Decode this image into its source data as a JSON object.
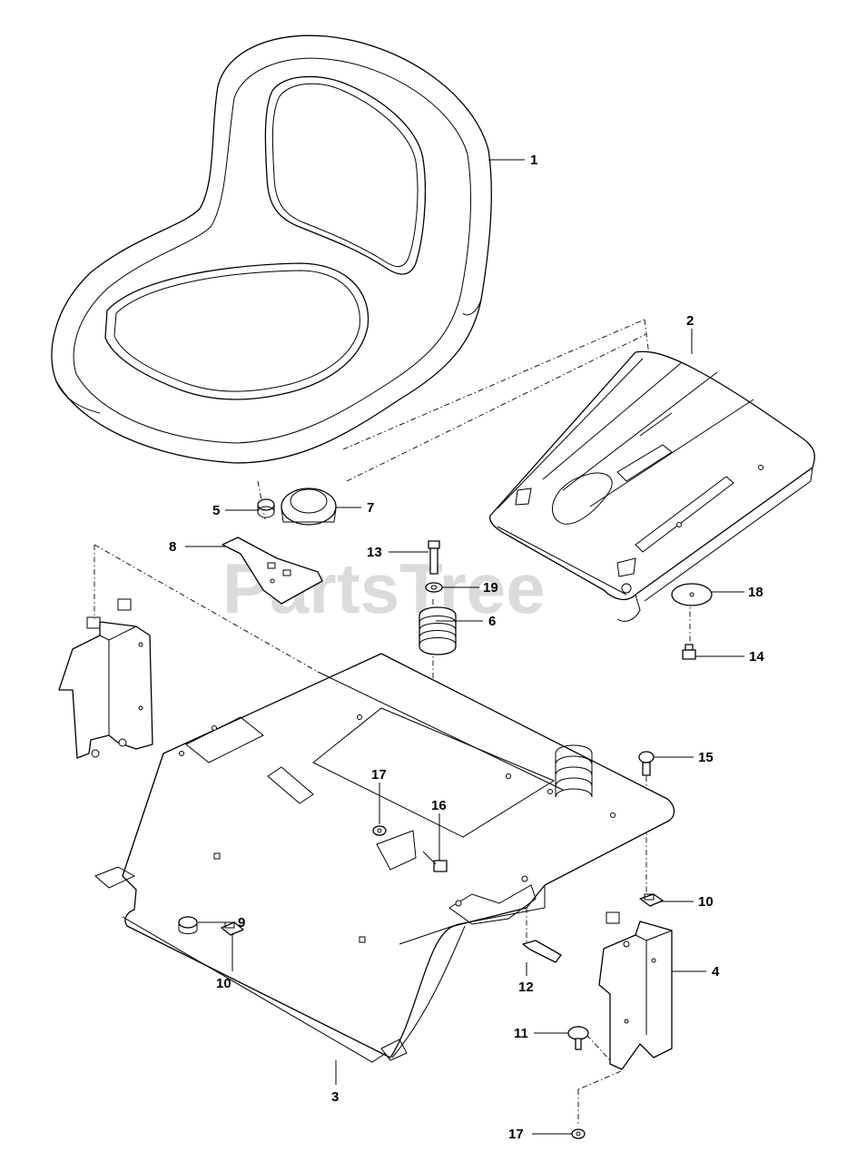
{
  "watermark": "PartsTree",
  "callouts": [
    {
      "id": "c1",
      "label": "1"
    },
    {
      "id": "c2",
      "label": "2"
    },
    {
      "id": "c3",
      "label": "3"
    },
    {
      "id": "c4",
      "label": "4"
    },
    {
      "id": "c5",
      "label": "5"
    },
    {
      "id": "c6",
      "label": "6"
    },
    {
      "id": "c7",
      "label": "7"
    },
    {
      "id": "c8",
      "label": "8"
    },
    {
      "id": "c9",
      "label": "9"
    },
    {
      "id": "c10a",
      "label": "10"
    },
    {
      "id": "c10b",
      "label": "10"
    },
    {
      "id": "c11",
      "label": "11"
    },
    {
      "id": "c12",
      "label": "12"
    },
    {
      "id": "c13",
      "label": "13"
    },
    {
      "id": "c14",
      "label": "14"
    },
    {
      "id": "c15",
      "label": "15"
    },
    {
      "id": "c16",
      "label": "16"
    },
    {
      "id": "c17a",
      "label": "17"
    },
    {
      "id": "c17b",
      "label": "17"
    },
    {
      "id": "c18",
      "label": "18"
    },
    {
      "id": "c19",
      "label": "19"
    }
  ]
}
